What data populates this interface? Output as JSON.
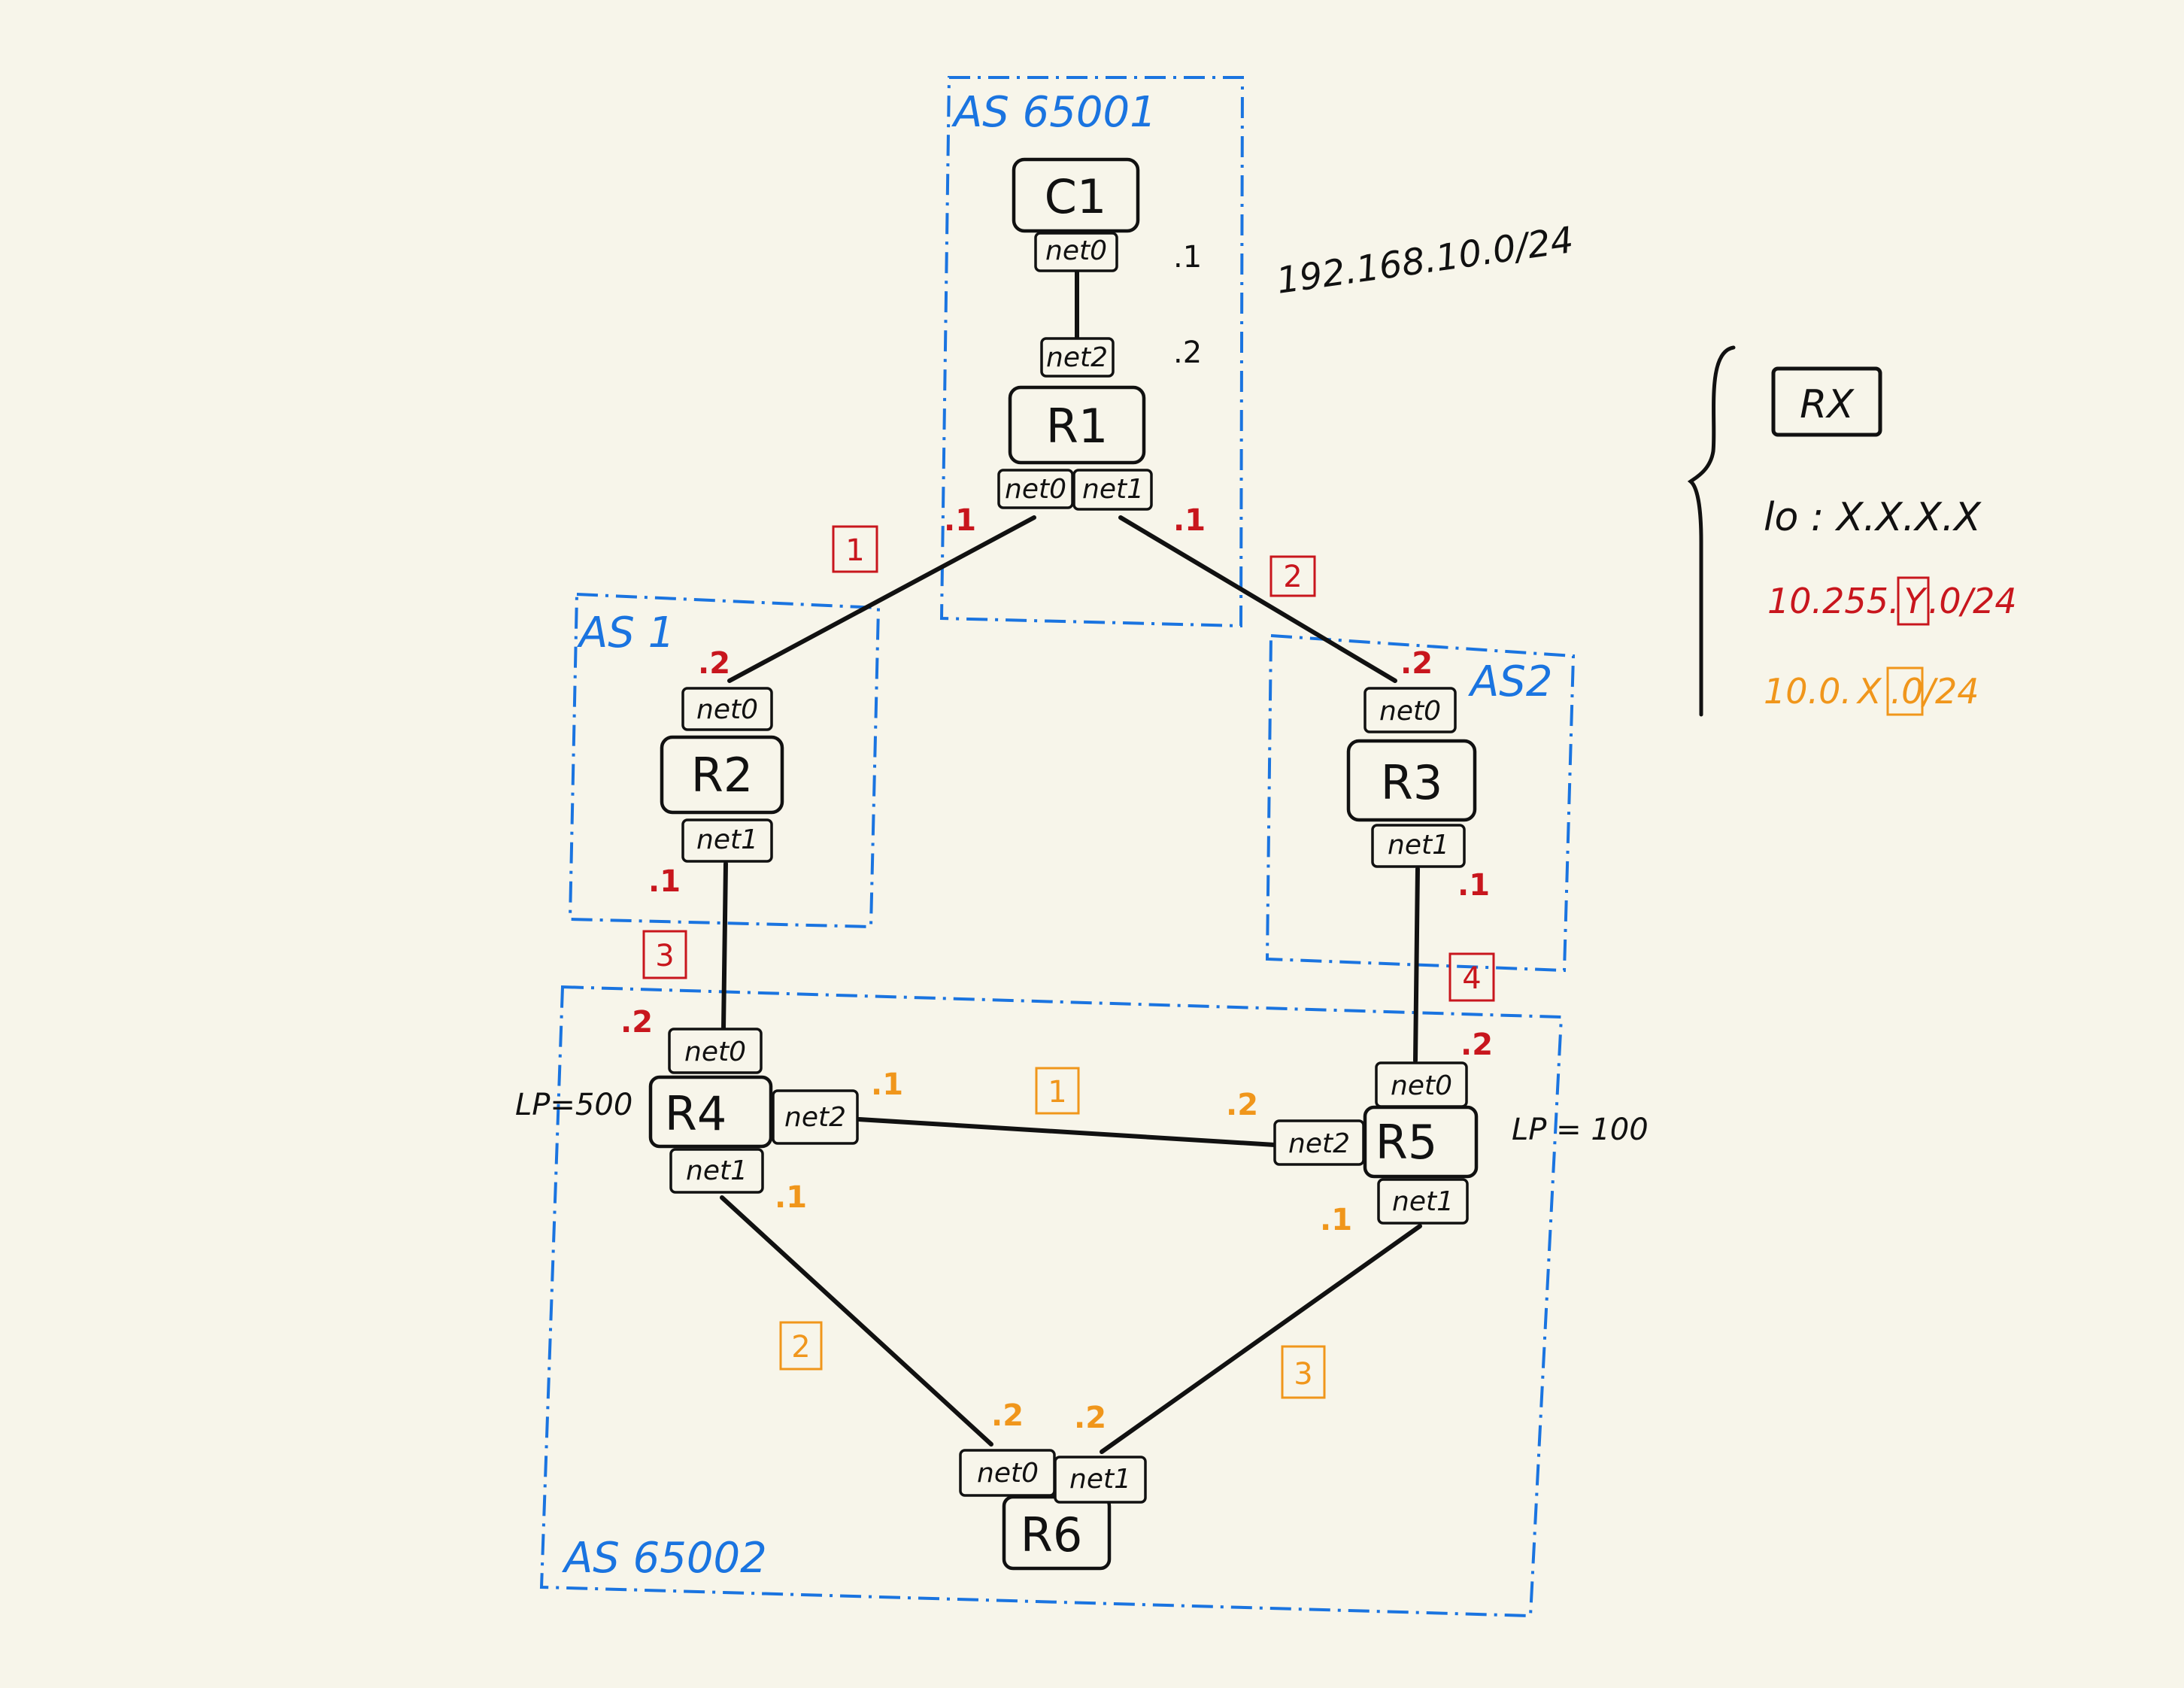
{
  "as_boxes": {
    "as65001": "AS 65001",
    "as1": "AS 1",
    "as2": "AS2",
    "as65002": "AS 65002"
  },
  "routers": {
    "c1": "C1",
    "r1": "R1",
    "r2": "R2",
    "r3": "R3",
    "r4": "R4",
    "r5": "R5",
    "r6": "R6"
  },
  "interfaces": {
    "c1_net0": "net0",
    "r1_net2": "net2",
    "r1_net0": "net0",
    "r1_net1": "net1",
    "r2_net0": "net0",
    "r2_net1": "net1",
    "r3_net0": "net0",
    "r3_net1": "net1",
    "r4_net0": "net0",
    "r4_net1": "net1",
    "r4_net2": "net2",
    "r5_net0": "net0",
    "r5_net1": "net1",
    "r5_net2": "net2",
    "r6_net0": "net0",
    "r6_net1": "net1"
  },
  "addresses": {
    "c1_net0": ".1",
    "r1_net2": ".2",
    "r1_net0": ".1",
    "r1_net1": ".1",
    "r2_net0": ".2",
    "r2_net1": ".1",
    "r3_net0": ".2",
    "r3_net1": ".1",
    "r4_net0": ".2",
    "r4_net2": ".1",
    "r4_net1": ".1",
    "r5_net0": ".2",
    "r5_net2": ".2",
    "r5_net1": ".1",
    "r6_net0": ".2",
    "r6_net1": ".2"
  },
  "link_tags": {
    "r1_r2": "1",
    "r1_r3": "2",
    "r2_r4": "3",
    "r3_r5": "4",
    "r4_r5": "1",
    "r4_r6": "2",
    "r5_r6": "3"
  },
  "subnet_c1_r1": "192.168.10.0/24",
  "local_pref": {
    "r4": "LP=500",
    "r5": "LP = 100"
  },
  "legend": {
    "router": "RX",
    "loopback": "lo : X.X.X.X",
    "red_subnet_prefix": "10.255.",
    "red_subnet_var": "Y",
    "red_subnet_suffix": ".0/24",
    "orange_subnet_prefix": "10.0.",
    "orange_subnet_var": "X",
    "orange_subnet_suffix": ".0/24"
  },
  "colors": {
    "as_box": "#1a74e0",
    "ebgp_address": "#c8161d",
    "ibgp_address": "#f0961b",
    "interface_highlight": "#f3ea3c",
    "background": "#f7f5ea"
  }
}
